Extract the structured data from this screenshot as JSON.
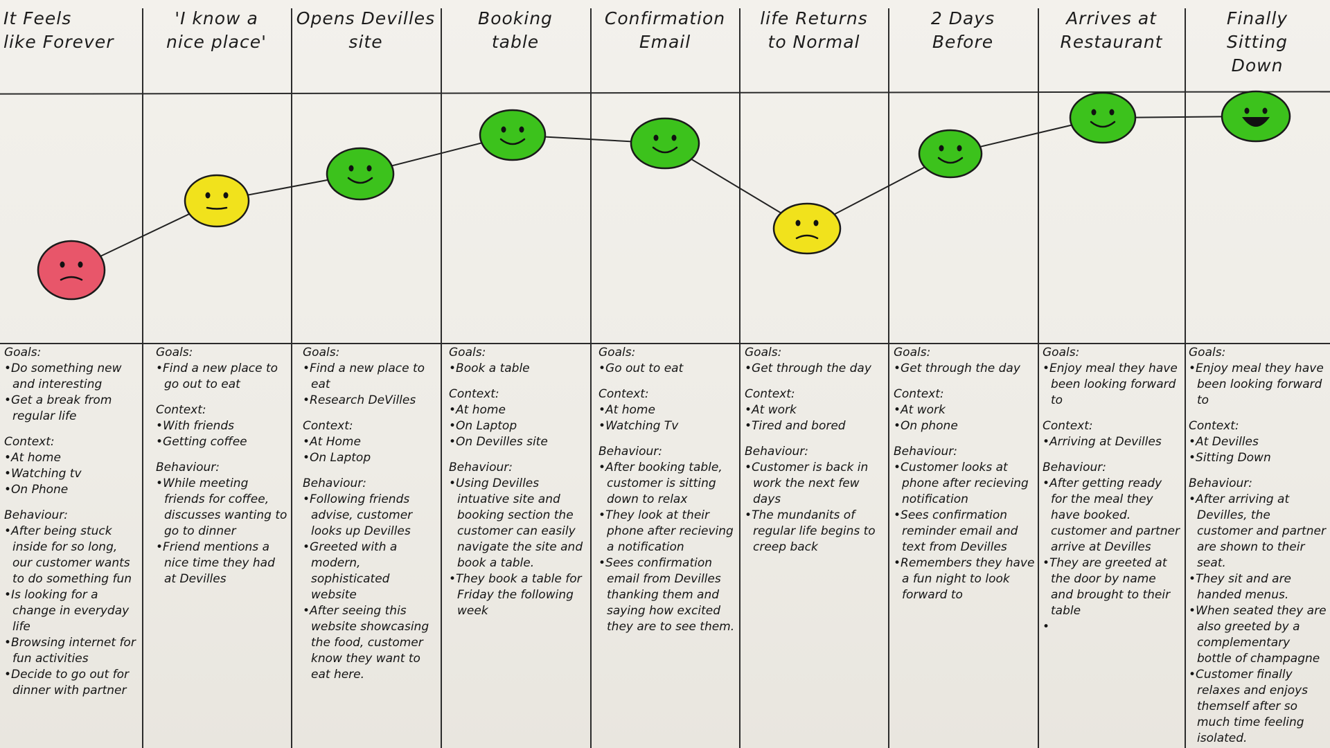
{
  "stages": [
    {
      "title": "It Feels\nlike Forever",
      "emotion": "sad",
      "color": "#e8566a",
      "goals_label": "Goals:",
      "goals": [
        "Do something new and interesting",
        "Get a break from regular life"
      ],
      "context_label": "Context:",
      "context": [
        "At home",
        "Watching tv",
        "On Phone"
      ],
      "behaviour_label": "Behaviour:",
      "behaviour": [
        "After being stuck inside for so long, our customer wants to do something fun",
        "Is looking for a change in everyday life",
        "Browsing internet for fun activities",
        "Decide to go out for dinner with partner"
      ]
    },
    {
      "title": "'I know a\nnice place'",
      "emotion": "neutral",
      "color": "#f1e21c",
      "goals_label": "Goals:",
      "goals": [
        "Find a new place to go out to eat"
      ],
      "context_label": "Context:",
      "context": [
        "With friends",
        "Getting coffee"
      ],
      "behaviour_label": "Behaviour:",
      "behaviour": [
        "While meeting friends for coffee, discusses wanting to go to dinner",
        "Friend mentions a nice time they had at Devilles"
      ]
    },
    {
      "title": "Opens Devilles\nsite",
      "emotion": "happy",
      "color": "#3cc21c",
      "goals_label": "Goals:",
      "goals": [
        "Find a new place to eat",
        "Research DeVilles"
      ],
      "context_label": "Context:",
      "context": [
        "At Home",
        "On Laptop"
      ],
      "behaviour_label": "Behaviour:",
      "behaviour": [
        "Following friends advise, customer looks up Devilles",
        "Greeted with a modern, sophisticated website",
        "After seeing this website showcasing the food, customer know they want to eat here."
      ]
    },
    {
      "title": "Booking\ntable",
      "emotion": "happy",
      "color": "#3cc21c",
      "goals_label": "Goals:",
      "goals": [
        "Book a table"
      ],
      "context_label": "Context:",
      "context": [
        "At home",
        "On Laptop",
        "On Devilles site"
      ],
      "behaviour_label": "Behaviour:",
      "behaviour": [
        "Using Devilles intuative site and booking section the customer can easily navigate the site and book a table.",
        "They book a table for Friday the following week"
      ]
    },
    {
      "title": "Confirmation\nEmail",
      "emotion": "happy",
      "color": "#3cc21c",
      "goals_label": "Goals:",
      "goals": [
        "Go out to eat"
      ],
      "context_label": "Context:",
      "context": [
        "At home",
        "Watching Tv"
      ],
      "behaviour_label": "Behaviour:",
      "behaviour": [
        "After booking table, customer is sitting down to relax",
        "They look at their phone after recieving a notification",
        "Sees confirmation email from Devilles thanking them and saying how excited they are to see them."
      ]
    },
    {
      "title": "life Returns\nto Normal",
      "emotion": "sad",
      "color": "#f1e21c",
      "goals_label": "Goals:",
      "goals": [
        "Get through the day"
      ],
      "context_label": "Context:",
      "context": [
        "At work",
        "Tired and bored"
      ],
      "behaviour_label": "Behaviour:",
      "behaviour": [
        "Customer is back in work the next few days",
        "The mundanits of regular life begins to creep back"
      ]
    },
    {
      "title": "2 Days\nBefore",
      "emotion": "happy",
      "color": "#3cc21c",
      "goals_label": "Goals:",
      "goals": [
        "Get through the day"
      ],
      "context_label": "Context:",
      "context": [
        "At work",
        "On phone"
      ],
      "behaviour_label": "Behaviour:",
      "behaviour": [
        "Customer looks at phone after recieving notification",
        "Sees confirmation reminder email and text from Devilles",
        "Remembers they have a fun night to look forward to"
      ]
    },
    {
      "title": "Arrives at\nRestaurant",
      "emotion": "happy",
      "color": "#3cc21c",
      "goals_label": "Goals:",
      "goals": [
        "Enjoy meal they have been looking forward to"
      ],
      "context_label": "Context:",
      "context": [
        "Arriving at Devilles"
      ],
      "behaviour_label": "Behaviour:",
      "behaviour": [
        "After getting ready for the meal they have booked. customer and partner arrive at Devilles",
        "They are greeted at the door by name and brought to their table",
        ""
      ]
    },
    {
      "title": "Finally\nSitting\nDown",
      "emotion": "ecstatic",
      "color": "#3cc21c",
      "goals_label": "Goals:",
      "goals": [
        "Enjoy meal they have been looking forward to"
      ],
      "context_label": "Context:",
      "context": [
        "At Devilles",
        "Sitting Down"
      ],
      "behaviour_label": "Behaviour:",
      "behaviour": [
        "After arriving at Devilles, the customer and partner are shown to their seat.",
        "They sit and are handed menus.",
        "When seated they are also greeted by a complementary bottle of champagne",
        "Customer finally relaxes and enjoys themself after so much time feeling isolated."
      ]
    }
  ]
}
